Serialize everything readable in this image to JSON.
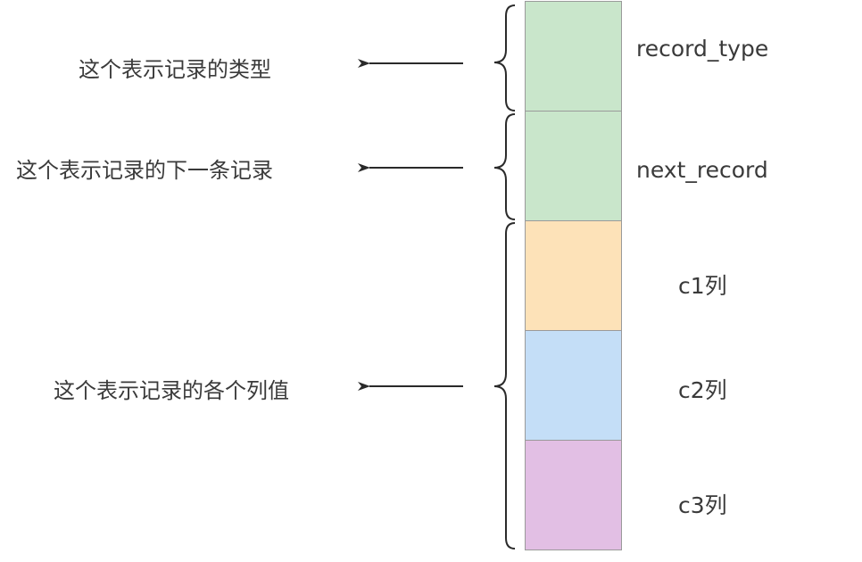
{
  "record": {
    "fields": [
      {
        "label": "record_type",
        "color": "#c9e6cb"
      },
      {
        "label": "next_record",
        "color": "#c9e6cb"
      },
      {
        "label": "c1列",
        "color": "#fde2b8"
      },
      {
        "label": "c2列",
        "color": "#c4def7"
      },
      {
        "label": "c3列",
        "color": "#e2bfe4"
      }
    ]
  },
  "annotations": [
    {
      "text": "这个表示记录的类型"
    },
    {
      "text": "这个表示记录的下一条记录"
    },
    {
      "text": "这个表示记录的各个列值"
    }
  ]
}
